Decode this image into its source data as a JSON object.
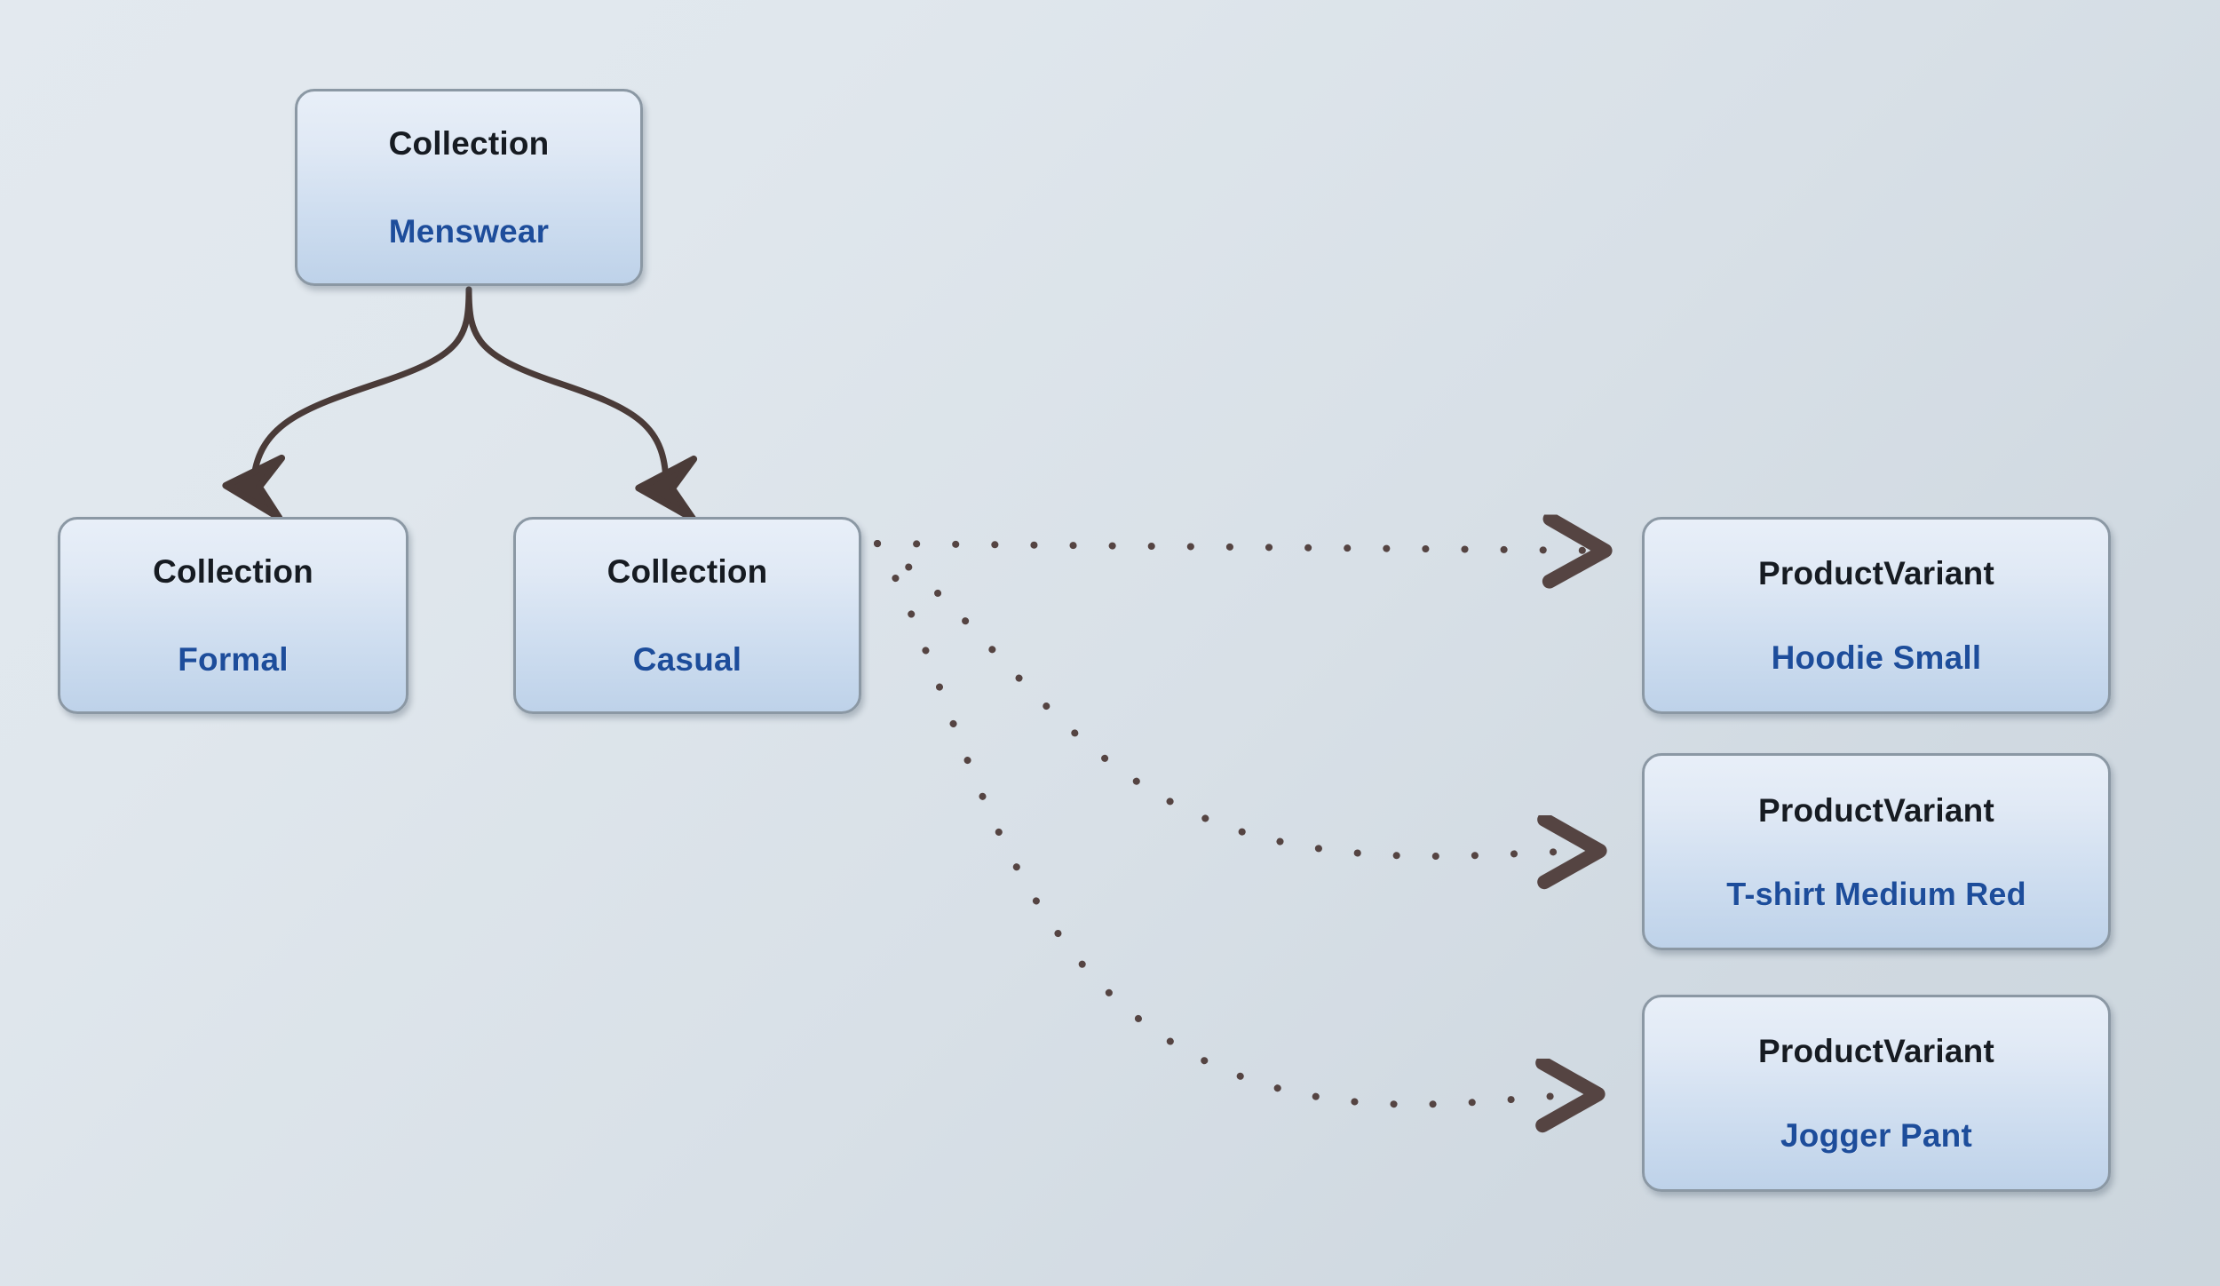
{
  "diagram": {
    "kind": "entity-relationship-graph",
    "background": {
      "gradient_from": "#e2e8ee",
      "gradient_to": "#ccd6dd"
    },
    "palette": {
      "node_border": "#8b98a4",
      "node_fill_top": "#e8eff8",
      "node_fill_bottom": "#bed2e9",
      "type_text": "#161b22",
      "name_text": "#1d4d9b",
      "edge_solid": "#4a3b38",
      "edge_dotted": "#554442"
    },
    "nodes": [
      {
        "id": "menswear",
        "type": "Collection",
        "name": "Menswear"
      },
      {
        "id": "formal",
        "type": "Collection",
        "name": "Formal"
      },
      {
        "id": "casual",
        "type": "Collection",
        "name": "Casual"
      },
      {
        "id": "pv_hoodie",
        "type": "ProductVariant",
        "name": "Hoodie Small"
      },
      {
        "id": "pv_tshirt",
        "type": "ProductVariant",
        "name": "T-shirt Medium Red"
      },
      {
        "id": "pv_jogger",
        "type": "ProductVariant",
        "name": "Jogger Pant"
      }
    ],
    "edges": [
      {
        "id": "e1",
        "from": "menswear",
        "to": "formal",
        "style": "solid",
        "arrowhead": "filled-triangle"
      },
      {
        "id": "e2",
        "from": "menswear",
        "to": "casual",
        "style": "solid",
        "arrowhead": "filled-triangle"
      },
      {
        "id": "e3",
        "from": "casual",
        "to": "pv_hoodie",
        "style": "dotted",
        "arrowhead": "open-chevron"
      },
      {
        "id": "e4",
        "from": "casual",
        "to": "pv_tshirt",
        "style": "dotted",
        "arrowhead": "open-chevron"
      },
      {
        "id": "e5",
        "from": "casual",
        "to": "pv_jogger",
        "style": "dotted",
        "arrowhead": "open-chevron"
      }
    ]
  }
}
